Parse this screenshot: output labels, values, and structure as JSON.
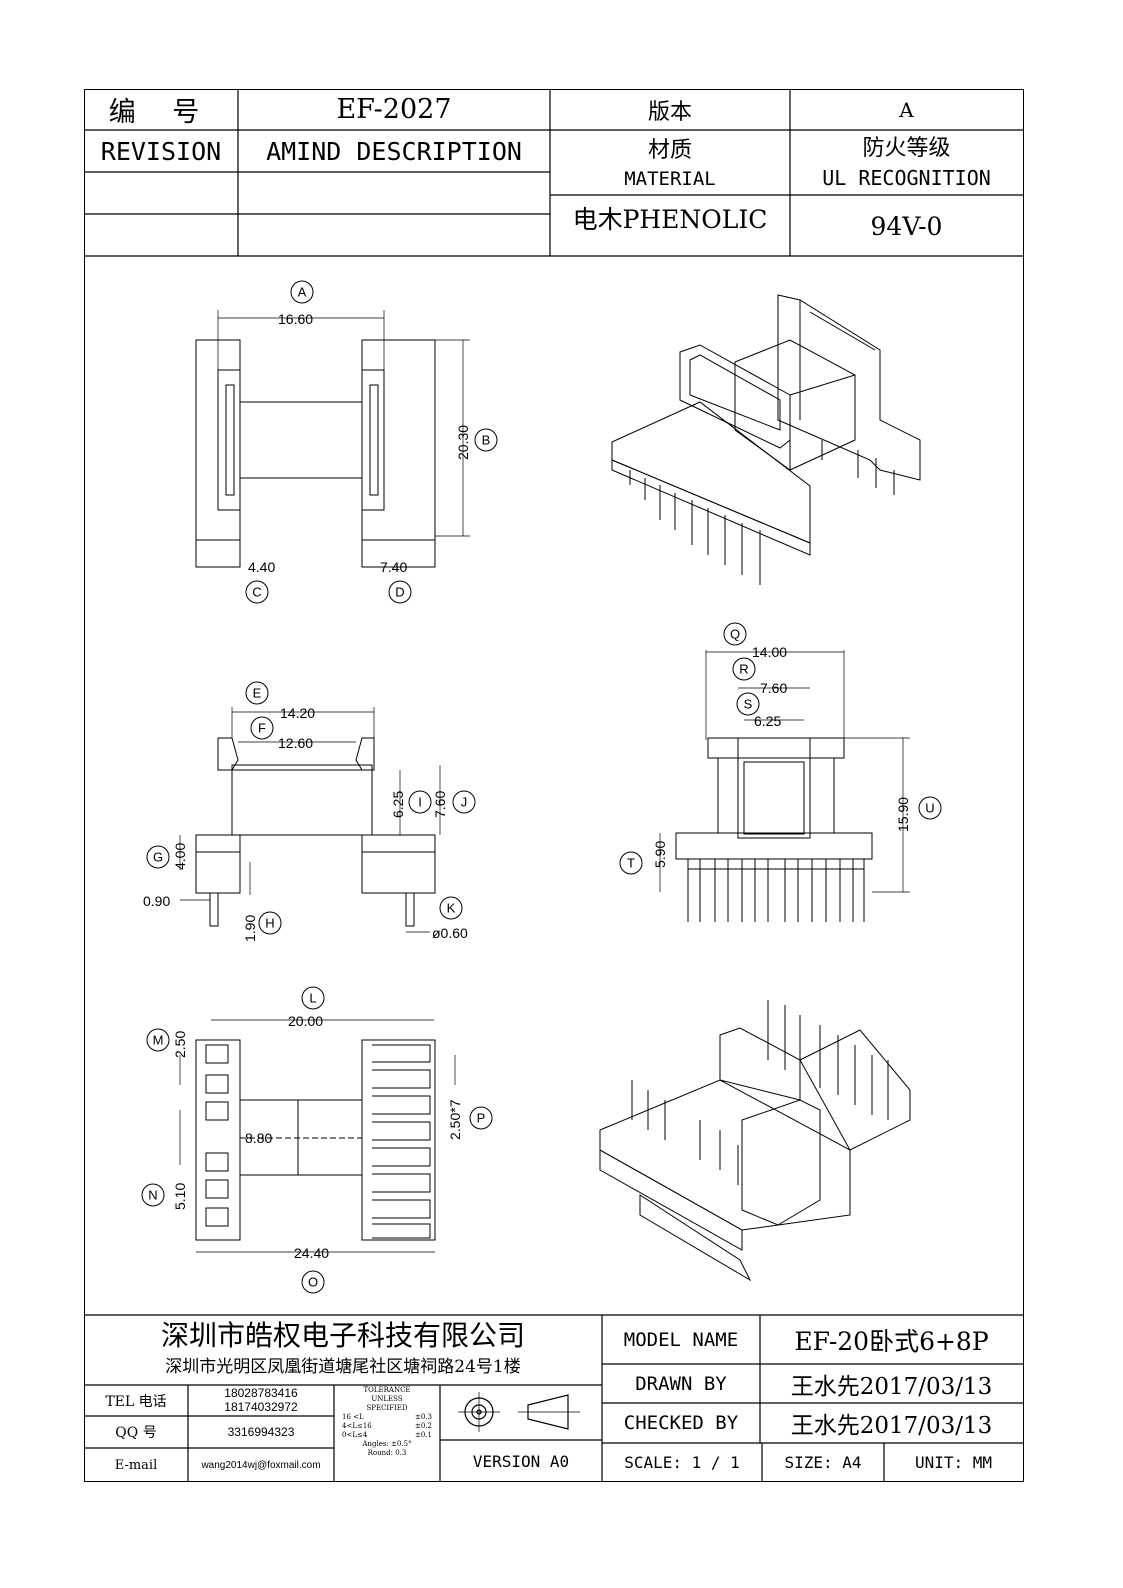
{
  "header": {
    "number_label": "编  号",
    "number_value": "EF-2027",
    "version_label": "版本",
    "version_value": "A",
    "revision_label": "REVISION",
    "description_label": "AMIND DESCRIPTION",
    "material_label_cn": "材质",
    "material_label_en": "MATERIAL",
    "ul_label_cn": "防火等级",
    "ul_label_en": "UL RECOGNITION",
    "material_value": "电木PHENOLIC",
    "ul_value": "94V-0"
  },
  "dimensions": {
    "A": "16.60",
    "B": "20.30",
    "C": "4.40",
    "D": "7.40",
    "E": "14.20",
    "F": "12.60",
    "G": "4.00",
    "H": "1.90",
    "I": "6.25",
    "J": "7.60",
    "K": "ø0.60",
    "G2": "0.90",
    "L": "20.00",
    "M": "2.50",
    "N": "5.10",
    "O": "24.40",
    "P": "2.50*7",
    "center": "8.80",
    "Q": "14.00",
    "R": "7.60",
    "S": "6.25",
    "T": "5.90",
    "U": "15.90"
  },
  "title_block": {
    "company": "深圳市皓权电子科技有限公司",
    "address": "深圳市光明区凤凰街道塘尾社区塘祠路24号1楼",
    "tel_label": "TEL 电话",
    "tel_1": "18028783416",
    "tel_2": "18174032972",
    "qq_label": "QQ  号",
    "qq_value": "3316994323",
    "email_label": "E-mail",
    "email_value": "wang2014wj@foxmail.com",
    "tolerance_title_1": "TOLERANCE",
    "tolerance_title_2": "UNLESS",
    "tolerance_title_3": "SPECIFIED",
    "tol_rows": [
      {
        "range": "16 <L",
        "value": "±0.3"
      },
      {
        "range": "4<L≤16",
        "value": "±0.2"
      },
      {
        "range": "0<L≤4",
        "value": "±0.1"
      }
    ],
    "tol_angles": "Angles: ±0.5°",
    "tol_round": "Round: 0.3",
    "version": "VERSION A0",
    "model_label": "MODEL NAME",
    "model_value": "EF-20卧式6+8P",
    "drawn_label": "DRAWN BY",
    "drawn_value": "王水先2017/03/13",
    "checked_label": "CHECKED BY",
    "checked_value": "王水先2017/03/13",
    "scale_label": "SCALE: 1 / 1",
    "size_label": "SIZE: A4",
    "unit_label": "UNIT: MM"
  }
}
